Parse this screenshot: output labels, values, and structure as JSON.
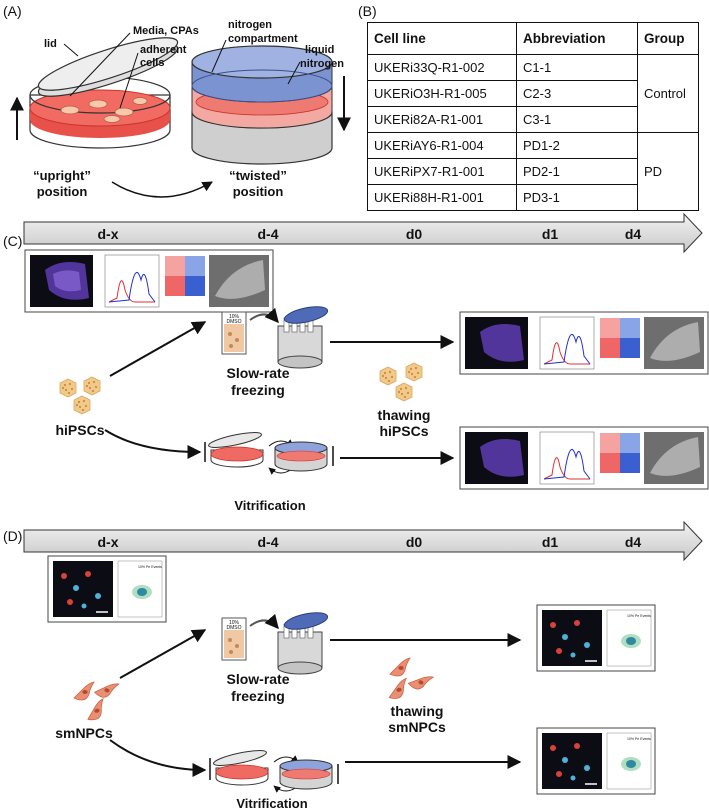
{
  "panels": {
    "a": "(A)",
    "b": "(B)",
    "c": "(C)",
    "d": "(D)"
  },
  "panel_a": {
    "lid": "lid",
    "media_line1": "Media, CPAs",
    "adherent_line1": "adherent",
    "adherent_line2": "cells",
    "nitrogen_line1": "nitrogen",
    "nitrogen_line2": "compartment",
    "liquid_line1": "liquid",
    "liquid_line2": "nitrogen",
    "upright_line1": "“upright”",
    "upright_line2": "position",
    "twisted_line1": "“twisted”",
    "twisted_line2": "position"
  },
  "table": {
    "headers": [
      "Cell line",
      "Abbreviation",
      "Group"
    ],
    "rows": [
      [
        "UKERi33Q-R1-002",
        "C1-1"
      ],
      [
        "UKERiO3H-R1-005",
        "C2-3"
      ],
      [
        "UKERi82A-R1-001",
        "C3-1"
      ],
      [
        "UKERiAY6-R1-004",
        "PD1-2"
      ],
      [
        "UKERiPX7-R1-001",
        "PD2-1"
      ],
      [
        "UKERi88H-R1-001",
        "PD3-1"
      ]
    ],
    "groups": [
      "Control",
      "PD"
    ]
  },
  "timeline": [
    "d-x",
    "d-4",
    "d0",
    "d1",
    "d4"
  ],
  "panel_c": {
    "cells": "hiPSCs",
    "slow_line1": "Slow-rate",
    "slow_line2": "freezing",
    "thaw_line1": "thawing",
    "thaw_line2": "hiPSCs",
    "vitrification": "Vitrification"
  },
  "panel_d": {
    "cells": "smNPCs",
    "slow_line1": "Slow-rate",
    "slow_line2": "freezing",
    "thaw_line1": "thawing",
    "thaw_line2": "smNPCs",
    "vitrification": "Vitrification"
  },
  "tube": {
    "line1": "10%",
    "line2": "DMSO"
  },
  "plot_caption": "10% Pe Events",
  "colors": {
    "dish_red": "#e8504a",
    "dish_pink": "#f7b6b0",
    "nitrogen_blue": "#6c86c8",
    "colony": "#f1c98a",
    "neuron": "#e98a6c",
    "micro_bg": "#0c0c14",
    "micro_purple": "#6a42c2",
    "arrow_fill": "#d6d6d6"
  }
}
